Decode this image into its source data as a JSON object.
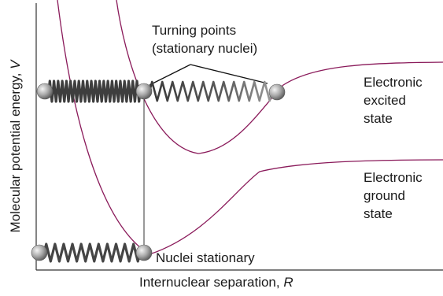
{
  "axes": {
    "ylabel_text": "Molecular potential energy, ",
    "ylabel_symbol": "V",
    "xlabel_text": "Internuclear separation, ",
    "xlabel_symbol": "R"
  },
  "annotations": {
    "turning_points_line1": "Turning points",
    "turning_points_line2": "(stationary nuclei)",
    "nuclei_stationary": "Nuclei stationary"
  },
  "states": {
    "excited": [
      "Electronic",
      "excited",
      "state"
    ],
    "ground": [
      "Electronic",
      "ground",
      "state"
    ]
  },
  "colors": {
    "curve": "#8a1a5a",
    "axis": "#333333",
    "spring": "#4a4a4a",
    "atom": "#9a9a9a"
  }
}
